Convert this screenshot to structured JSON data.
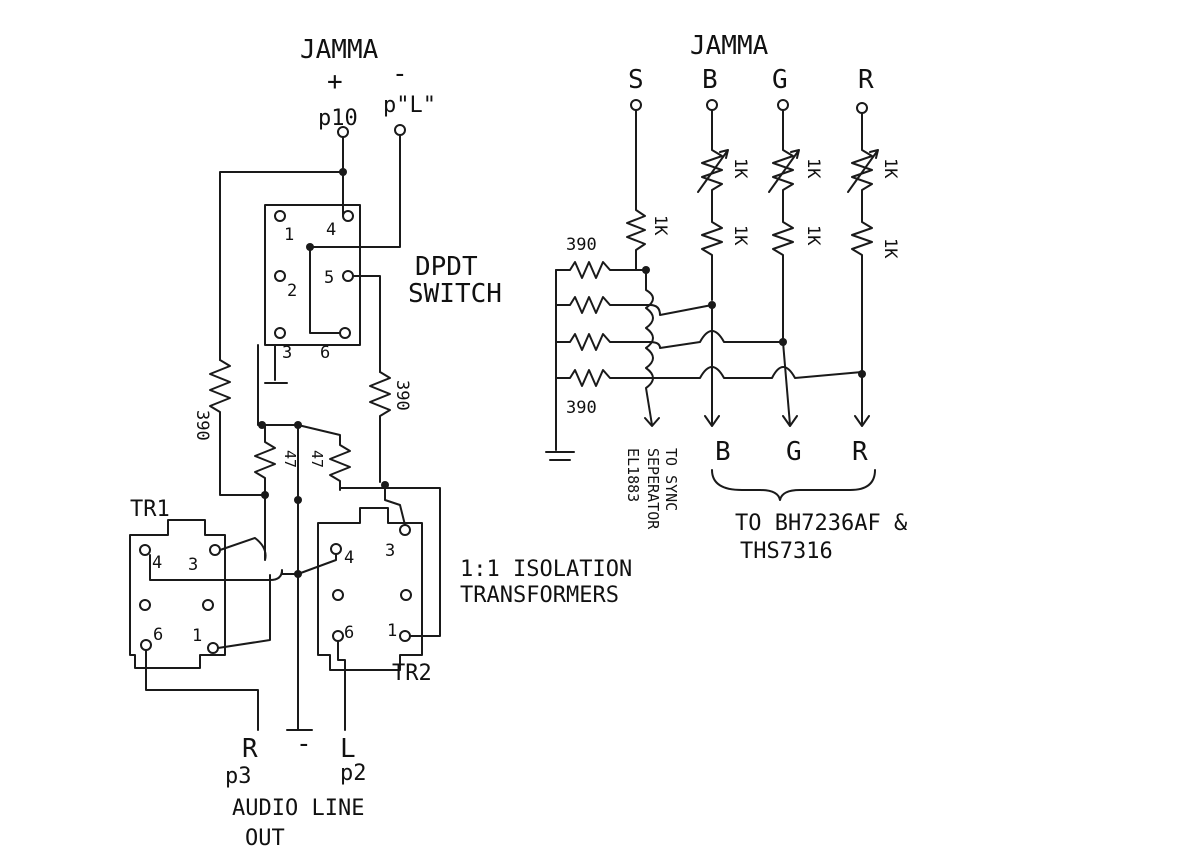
{
  "audio": {
    "jamma_label": "JAMMA",
    "plus_sign": "+",
    "minus_sign": "-",
    "pin_p10": "p10",
    "pin_pL": "p\"L\"",
    "switch_title_1": "DPDT",
    "switch_title_2": "SWITCH",
    "switch_pins": [
      "1",
      "2",
      "3",
      "4",
      "5",
      "6"
    ],
    "resistor_390_left": "390",
    "resistor_390_right": "390",
    "resistor_47_a": "47",
    "resistor_47_b": "47",
    "tr1_label": "TR1",
    "tr2_label": "TR2",
    "tr_pins": [
      "4",
      "3",
      "6",
      "1"
    ],
    "isolation_1": "1:1 ISOLATION",
    "isolation_2": "TRANSFORMERS",
    "out_r": "R",
    "out_minus": "-",
    "out_l": "L",
    "pin_p3": "p3",
    "pin_p2": "p2",
    "audio_line_1": "AUDIO  LINE",
    "audio_line_2": "OUT"
  },
  "video": {
    "jamma_label": "JAMMA",
    "inputs": [
      "S",
      "B",
      "G",
      "R"
    ],
    "trim_labels": [
      "1K",
      "1K",
      "1K"
    ],
    "resistor_1k_labels": [
      "1K",
      "1K",
      "1K",
      "1K"
    ],
    "resistor_390_top": "390",
    "resistor_390_bottom": "390",
    "outputs": [
      "B",
      "G",
      "R"
    ],
    "sync_note": [
      "TO SYNC",
      "SEPERATOR",
      "EL1883"
    ],
    "dest_line_1": "TO  BH7236AF &",
    "dest_line_2": "THS7316"
  }
}
